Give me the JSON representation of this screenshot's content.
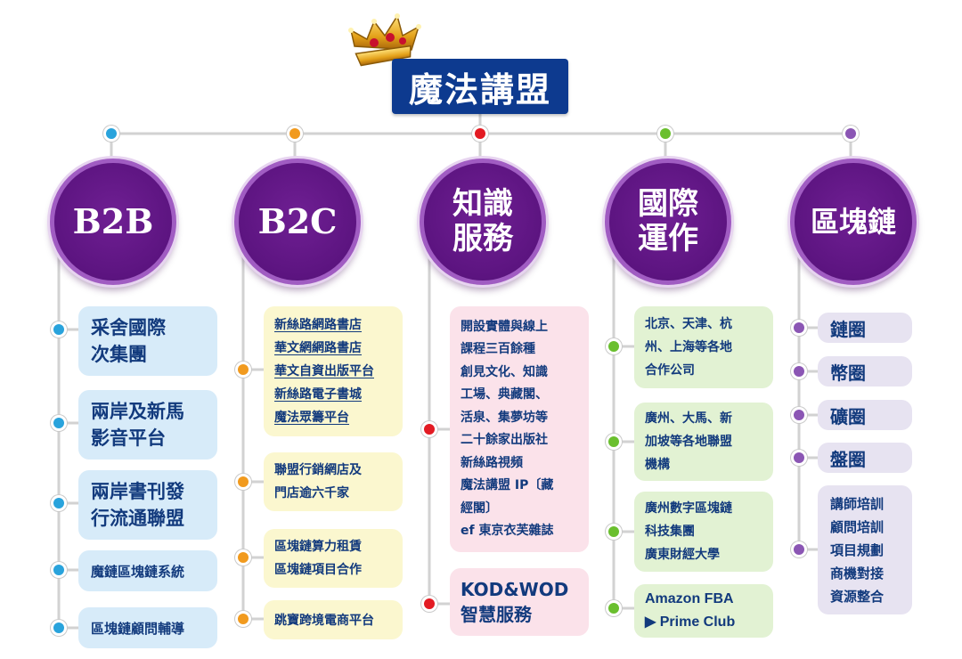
{
  "title": "魔法講盟",
  "colors": {
    "title_bg": "#0d3a8f",
    "circle": "#5c1480",
    "blue": "#29a3dc",
    "orange": "#f19a1e",
    "red": "#e31b23",
    "green": "#6abf2e",
    "purple": "#8b56b4"
  },
  "columns": [
    {
      "label": "B2B",
      "accent": "blue",
      "items": [
        "采舍國際\n次集團",
        "兩岸及新馬\n影音平台",
        "兩岸書刊發\n行流通聯盟",
        "魔鏈區塊鏈系統",
        "區塊鏈顧問輔導"
      ]
    },
    {
      "label": "B2C",
      "accent": "orange",
      "items": [
        "新絲路網路書店\n華文網網路書店\n華文自資出版平台\n新絲路電子書城\n魔法眾籌平台",
        "聯盟行銷網店及\n門店逾六千家",
        "區塊鏈算力租賃\n區塊鏈項目合作",
        "跳寶跨境電商平台"
      ]
    },
    {
      "label": "知識\n服務",
      "accent": "red",
      "items": [
        "開設實體與線上\n課程三百餘種\n創見文化、知識\n工場、典藏閣、\n活泉、集夢坊等\n二十餘家出版社\n新絲路視頻\n魔法講盟 IP〔藏\n經閣〕\nef 東京衣芙雜誌",
        "KOD&WOD\n智慧服務"
      ]
    },
    {
      "label": "國際\n運作",
      "accent": "green",
      "items": [
        "北京、天津、杭\n州、上海等各地\n合作公司",
        "廣州、大馬、新\n加坡等各地聯盟\n機構",
        "廣州數字區塊鏈\n科技集團\n廣東財經大學",
        "Amazon FBA\n▶ Prime Club"
      ]
    },
    {
      "label": "區塊鏈",
      "accent": "purple",
      "items": [
        "鏈圈",
        "幣圈",
        "礦圈",
        "盤圈",
        "講師培訓\n顧問培訓\n項目規劃\n商機對接\n資源整合"
      ]
    }
  ]
}
